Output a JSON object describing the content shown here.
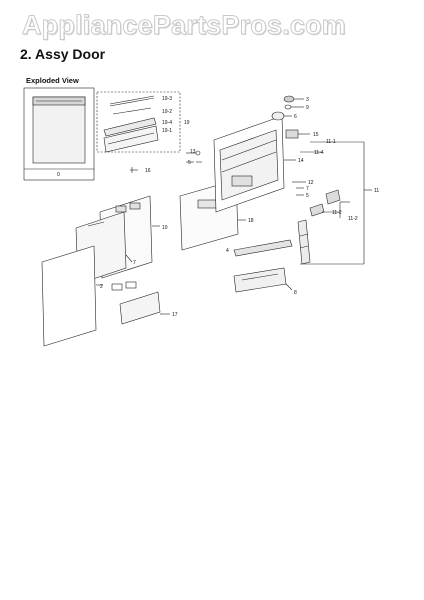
{
  "watermark": "AppliancePartsPros.com",
  "section_title": "2.  Assy Door",
  "view_label": "Exploded View",
  "callouts": {
    "c0": "0",
    "c2": "2",
    "c3": "3",
    "c4": "4",
    "c5a": "5",
    "c5b": "5",
    "c6": "6",
    "c7a": "7",
    "c7b": "7",
    "c8": "8",
    "c9": "9",
    "c10": "10",
    "c11": "11",
    "c11_1": "11-1",
    "c11_2a": "11-2",
    "c11_2b": "11-2",
    "c11_4": "11-4",
    "c12": "12",
    "c13": "13",
    "c14": "14",
    "c15": "15",
    "c16": "16",
    "c17": "17",
    "c18": "18",
    "c19": "19",
    "c19_1": "19-1",
    "c19_2": "19-2",
    "c19_3": "19-3",
    "c19_4": "19-4"
  }
}
